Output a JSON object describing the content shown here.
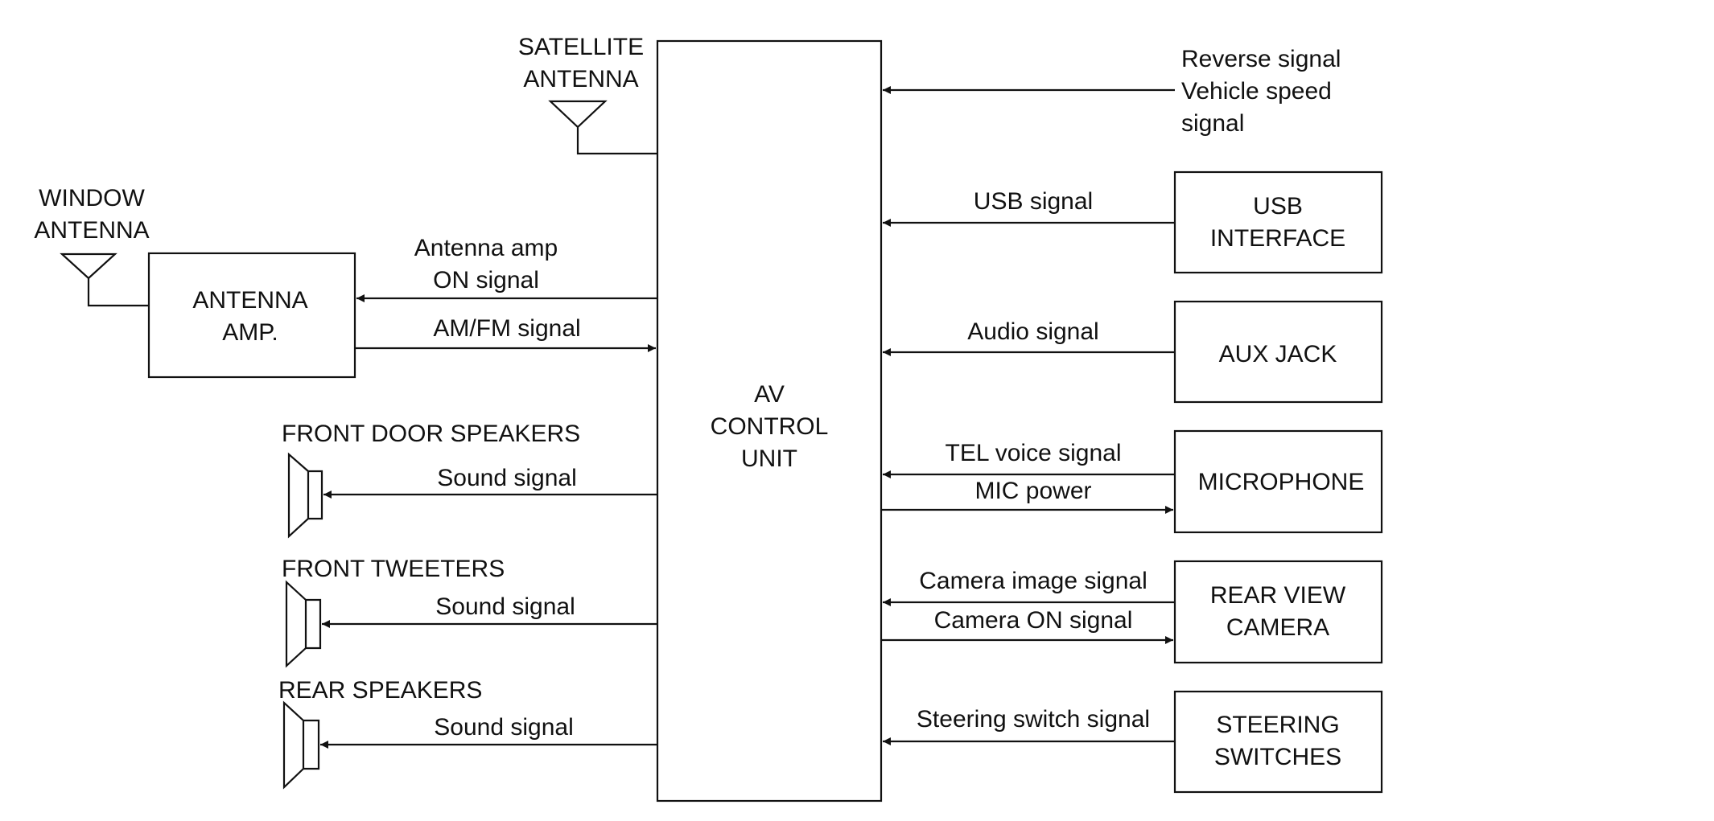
{
  "av_unit": {
    "line1": "AV",
    "line2": "CONTROL",
    "line3": "UNIT"
  },
  "satellite_antenna": {
    "line1": "SATELLITE",
    "line2": "ANTENNA"
  },
  "window_antenna": {
    "line1": "WINDOW",
    "line2": "ANTENNA"
  },
  "antenna_amp": {
    "line1": "ANTENNA",
    "line2": "AMP.",
    "on_signal_line1": "Antenna amp",
    "on_signal_line2": "ON signal",
    "amfm_signal": "AM/FM signal"
  },
  "front_door_speakers": {
    "title": "FRONT DOOR SPEAKERS",
    "signal": "Sound signal"
  },
  "front_tweeters": {
    "title": "FRONT TWEETERS",
    "signal": "Sound signal"
  },
  "rear_speakers": {
    "title": "REAR SPEAKERS",
    "signal": "Sound signal"
  },
  "vehicle_signals": {
    "line1": "Reverse signal",
    "line2": "Vehicle speed",
    "line3": "signal"
  },
  "usb_interface": {
    "line1": "USB",
    "line2": "INTERFACE",
    "signal": "USB signal"
  },
  "aux_jack": {
    "label": "AUX JACK",
    "signal": "Audio signal"
  },
  "microphone": {
    "label": "MICROPHONE",
    "voice_signal": "TEL voice signal",
    "power_signal": "MIC power"
  },
  "rear_view_camera": {
    "line1": "REAR VIEW",
    "line2": "CAMERA",
    "image_signal": "Camera image signal",
    "on_signal": "Camera ON signal"
  },
  "steering_switches": {
    "line1": "STEERING",
    "line2": "SWITCHES",
    "signal": "Steering switch signal"
  }
}
